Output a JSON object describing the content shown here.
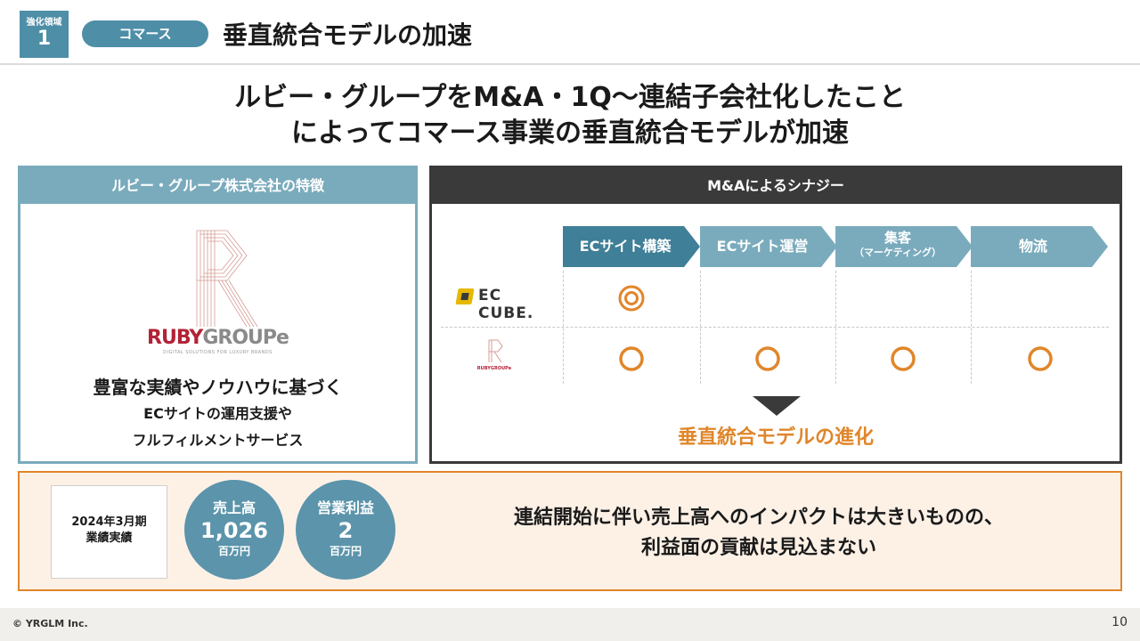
{
  "header": {
    "area_label": "強化領域",
    "area_number": "1",
    "category": "コマース",
    "title": "垂直統合モデルの加速"
  },
  "headline": {
    "line1": "ルビー・グループをM&A・1Q〜連結子会社化したこと",
    "line2": "によってコマース事業の垂直統合モデルが加速"
  },
  "left_panel": {
    "title": "ルビー・グループ株式会社の特徴",
    "logo_word_red": "RUBY",
    "logo_word_gray": "GROUPe",
    "logo_tagline": "DIGITAL SOLUTIONS FOR LUXURY BRANDS",
    "feature_line1": "豊富な実績やノウハウに基づく",
    "feature_line2": "ECサイトの運用支援や",
    "feature_line3": "フルフィルメントサービス"
  },
  "right_panel": {
    "title": "M&Aによるシナジー",
    "steps": [
      {
        "label": "ECサイト構築"
      },
      {
        "label": "ECサイト運営"
      },
      {
        "label": "集客",
        "sub": "（マーケティング）"
      },
      {
        "label": "物流"
      }
    ],
    "rows": [
      {
        "company": "EC CUBE.",
        "marks": [
          "double-circle",
          "",
          "",
          ""
        ]
      },
      {
        "company": "RUBYGROUPe",
        "marks": [
          "circle",
          "circle",
          "circle",
          "circle"
        ]
      }
    ],
    "result": "垂直統合モデルの進化"
  },
  "bottom_panel": {
    "period_line1": "2024年3月期",
    "period_line2": "業績実績",
    "revenue_label": "売上高",
    "revenue_value": "1,026",
    "revenue_unit": "百万円",
    "profit_label": "営業利益",
    "profit_value": "2",
    "profit_unit": "百万円",
    "impact_line1": "連結開始に伴い売上高へのインパクトは大きいものの、",
    "impact_line2": "利益面の貢献は見込まない"
  },
  "footer": {
    "copyright": "© YRGLM Inc.",
    "page_number": "10"
  },
  "colors": {
    "accent_blue": "#4e8ea7",
    "light_blue": "#7aabbd",
    "dark_header": "#3a3a3a",
    "orange": "#e0862a",
    "ruby_red": "#b32236"
  }
}
